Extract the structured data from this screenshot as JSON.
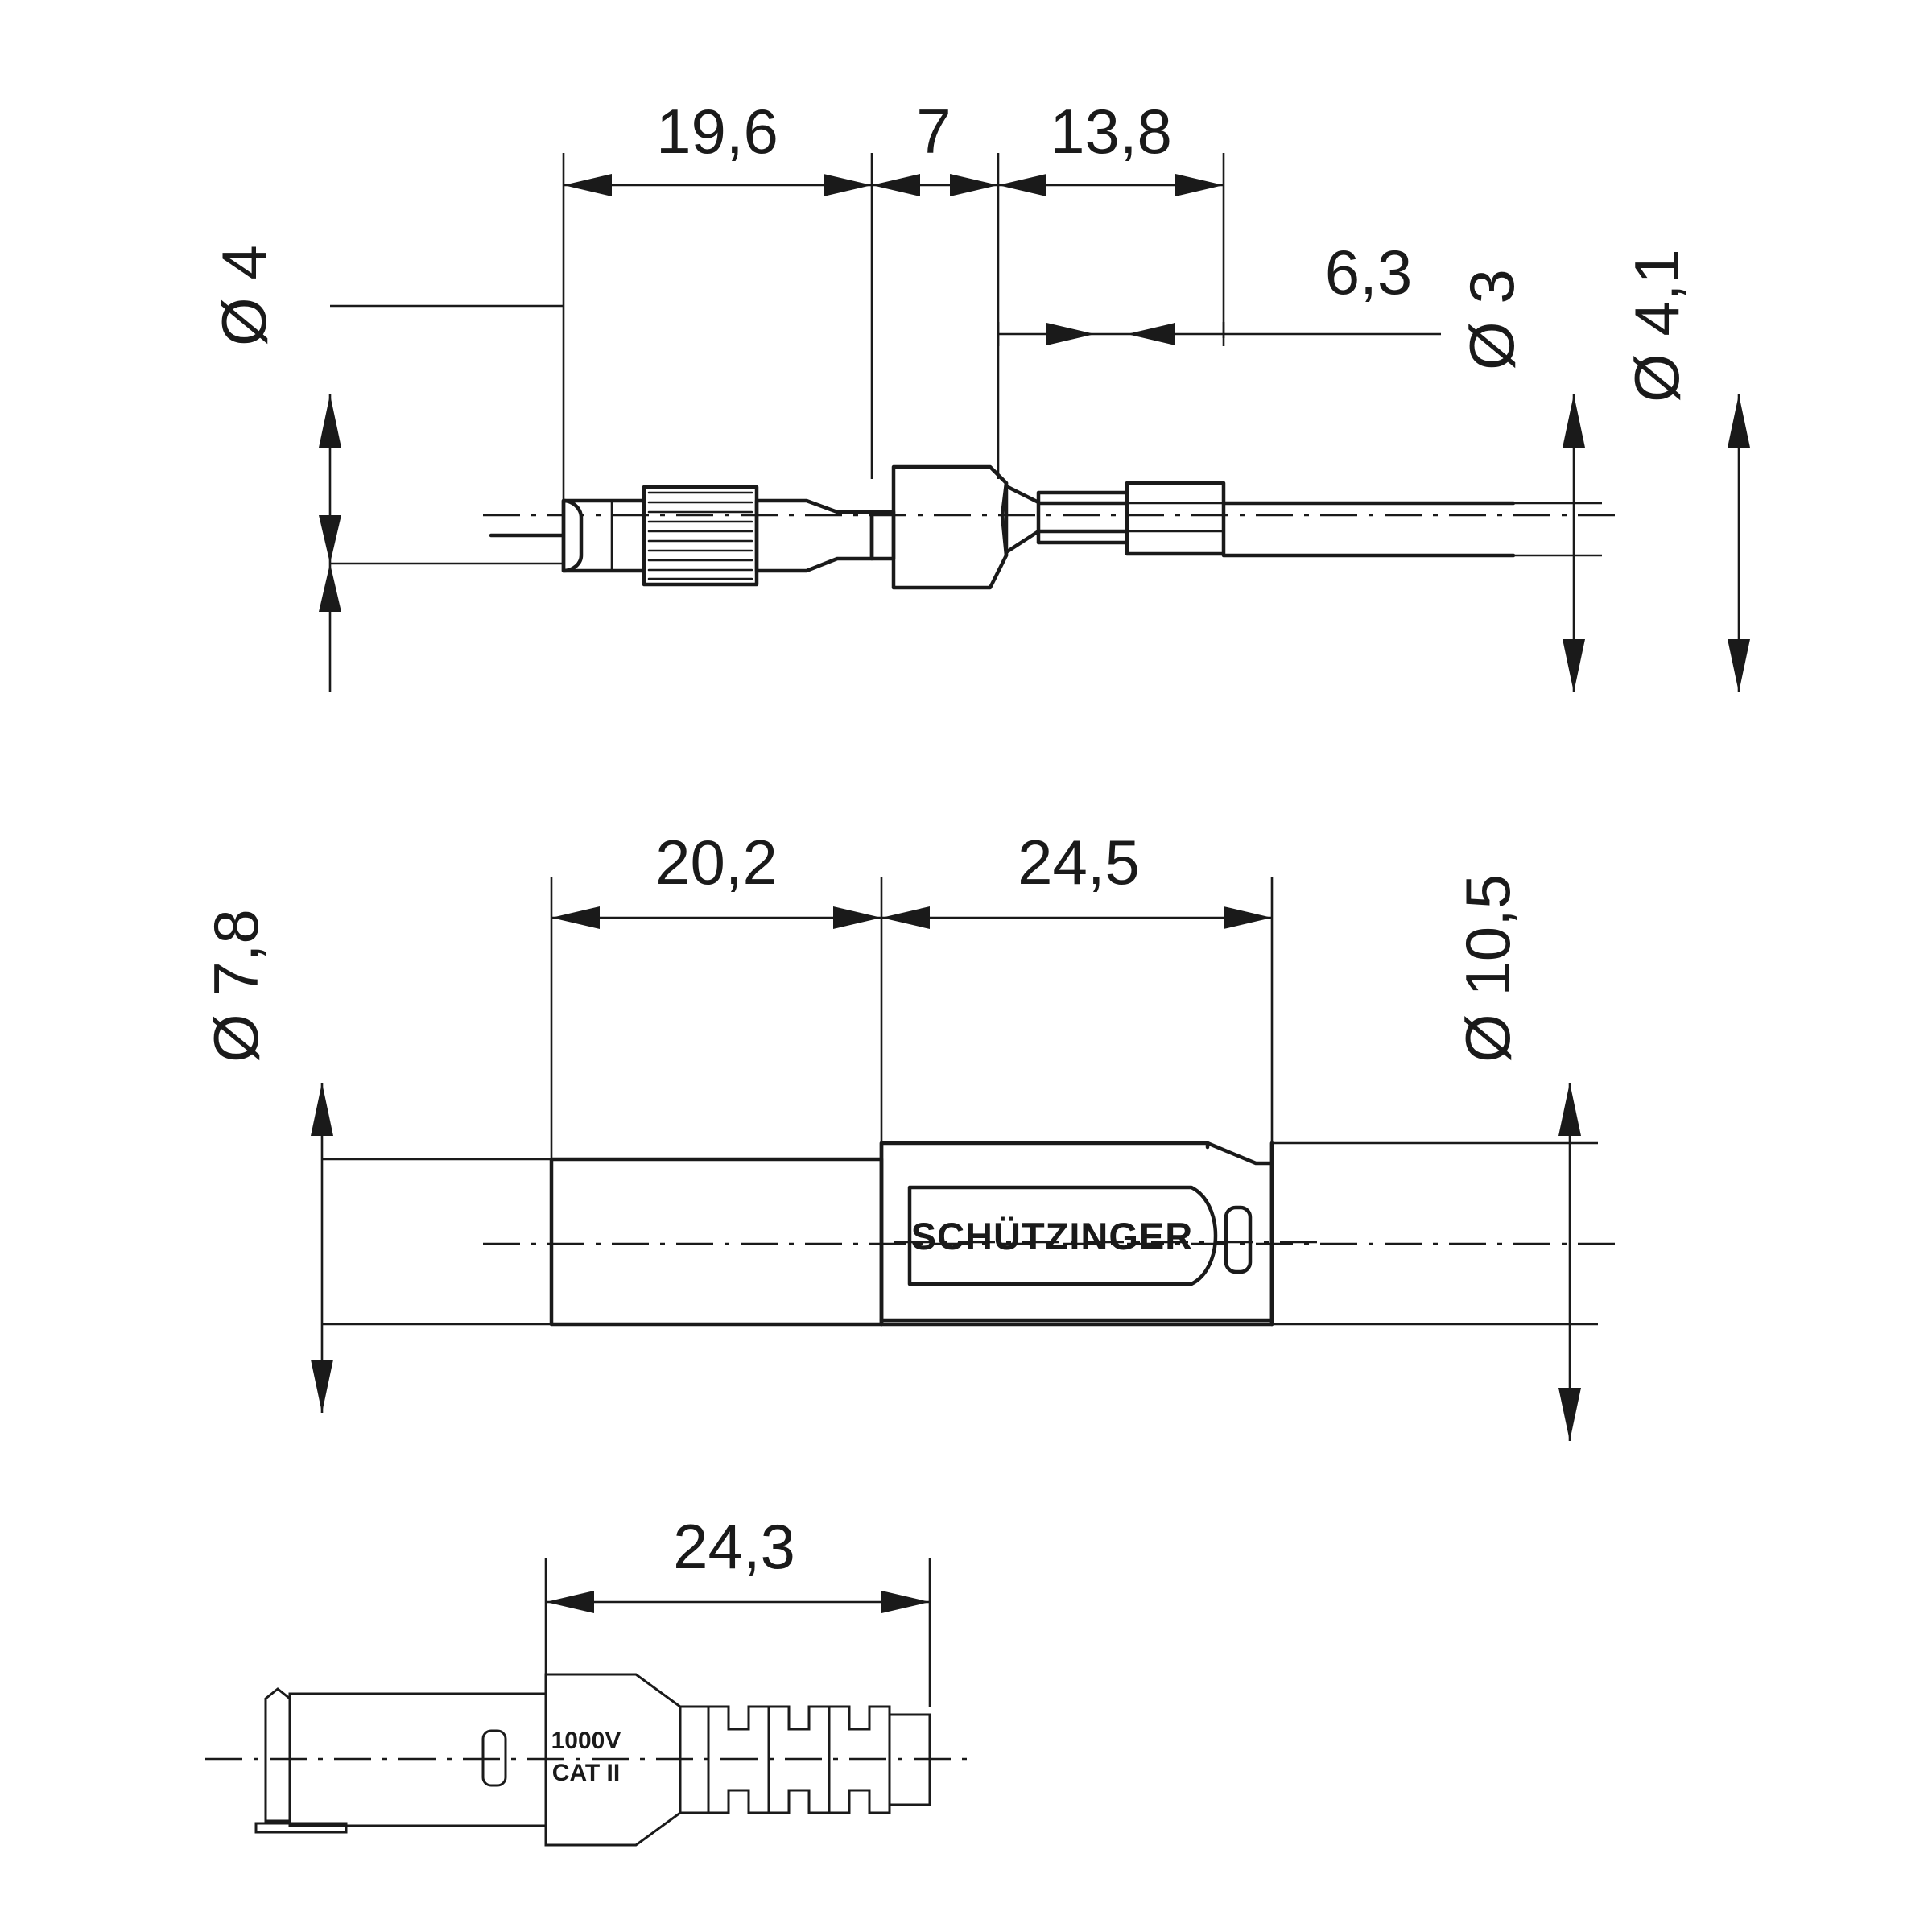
{
  "document": {
    "type": "technical-dimension-drawing",
    "title": "Safety banana plug dimensioned drawing",
    "brand": "SCHÜTZINGER",
    "units": "mm",
    "decimal_separator": "comma"
  },
  "views": {
    "top": {
      "name": "pin-contact-section-view",
      "linear_dimensions": [
        {
          "id": "d_19_6",
          "label": "19,6"
        },
        {
          "id": "d_7",
          "label": "7"
        },
        {
          "id": "d_13_8",
          "label": "13,8"
        },
        {
          "id": "d_6_3",
          "label": "6,3"
        }
      ],
      "diameter_dimensions": [
        {
          "id": "dia_4",
          "label": "Ø 4"
        },
        {
          "id": "dia_3",
          "label": "Ø 3"
        },
        {
          "id": "dia_4_1",
          "label": "Ø 4,1"
        }
      ]
    },
    "middle": {
      "name": "assembled-plug-side-view",
      "linear_dimensions": [
        {
          "id": "d_20_2",
          "label": "20,2"
        },
        {
          "id": "d_24_5",
          "label": "24,5"
        }
      ],
      "diameter_dimensions": [
        {
          "id": "dia_7_8",
          "label": "Ø 7,8"
        },
        {
          "id": "dia_10_5",
          "label": "Ø 10,5"
        }
      ],
      "body_marking": "SCHÜTZINGER"
    },
    "bottom": {
      "name": "insulated-plug-with-strain-relief-view",
      "linear_dimensions": [
        {
          "id": "d_24_3",
          "label": "24,3"
        }
      ],
      "markings": {
        "line1": "1000V",
        "line2": "CAT II"
      }
    }
  },
  "colors": {
    "line": "#1a1a1a",
    "background": "#ffffff"
  }
}
